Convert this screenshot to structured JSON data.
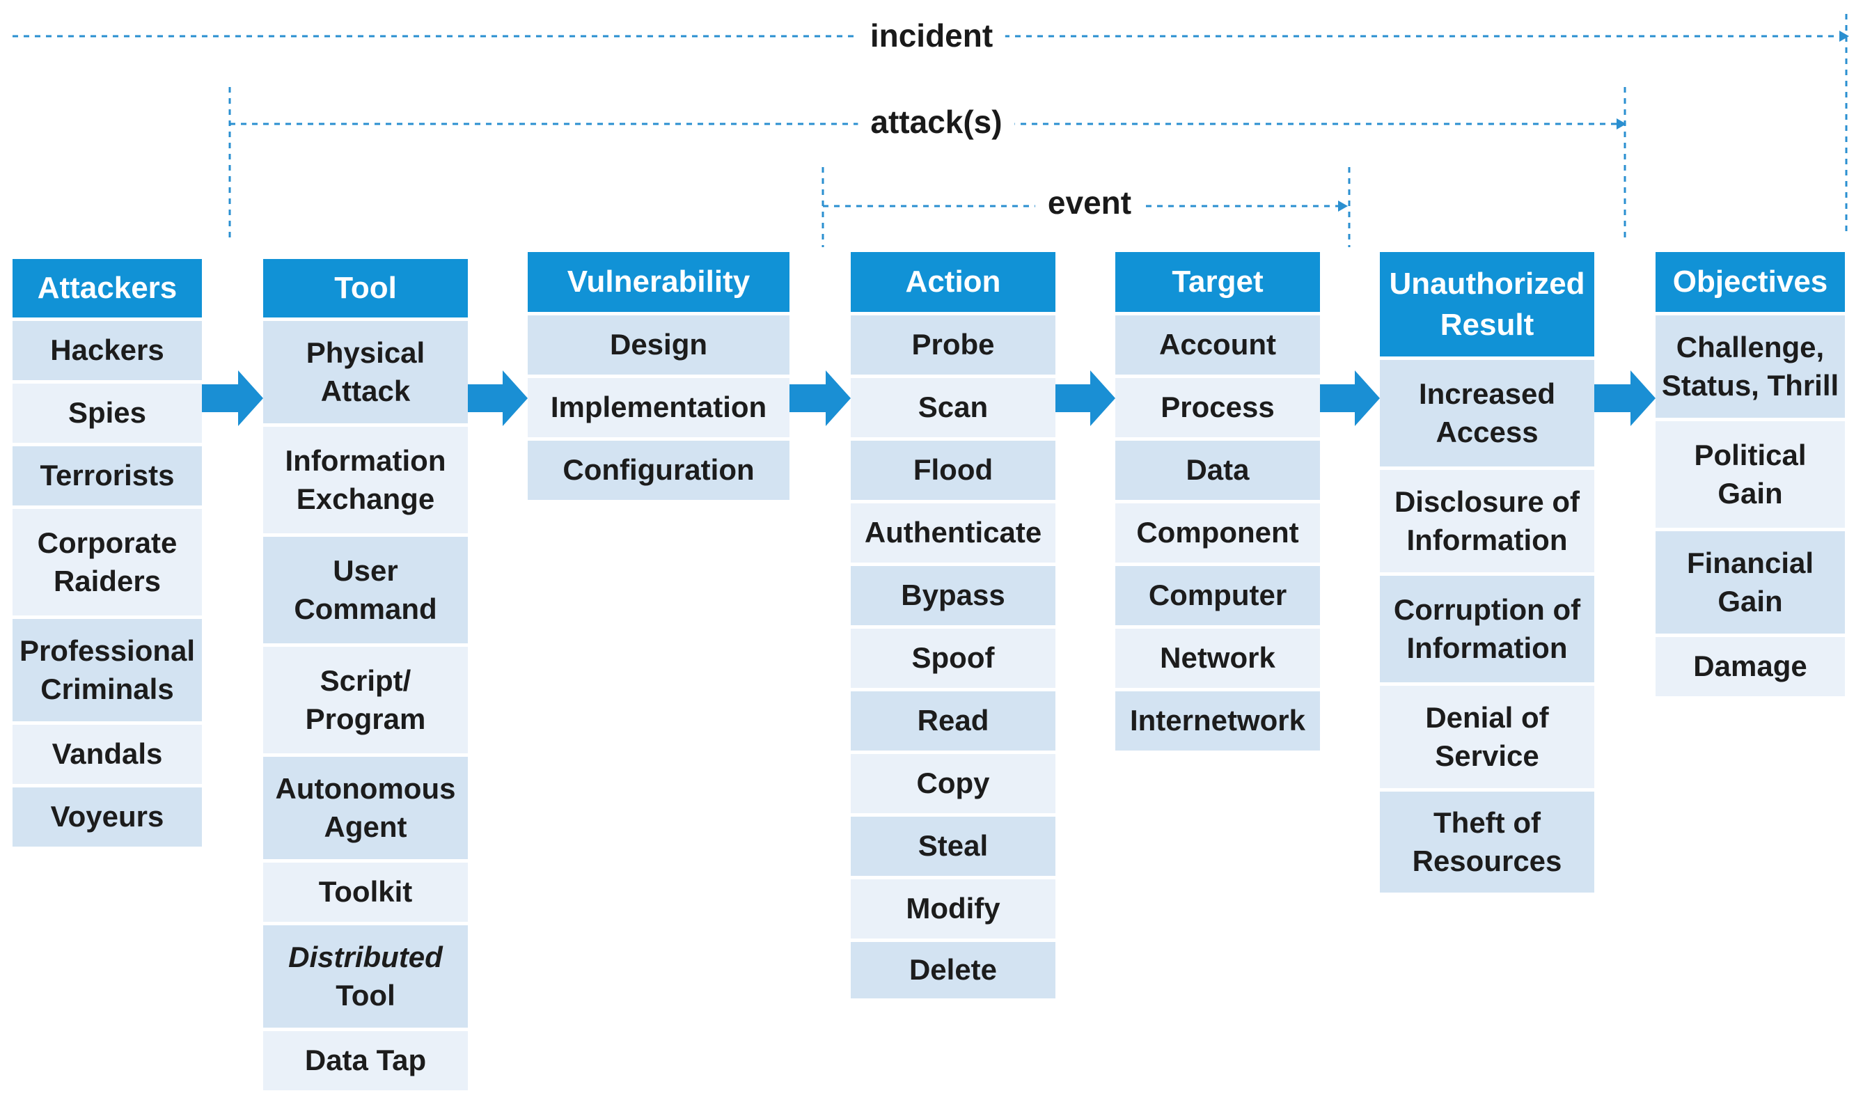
{
  "spans": {
    "incident": "incident",
    "attacks": "attack(s)",
    "event": "event"
  },
  "columns": [
    {
      "title": "Attackers",
      "items": [
        {
          "label": "Hackers"
        },
        {
          "label": "Spies"
        },
        {
          "label": "Terrorists"
        },
        {
          "label": "Corporate\nRaiders"
        },
        {
          "label": "Professional\nCriminals"
        },
        {
          "label": "Vandals"
        },
        {
          "label": "Voyeurs"
        }
      ]
    },
    {
      "title": "Tool",
      "items": [
        {
          "label": "Physical\nAttack"
        },
        {
          "label": "Information\nExchange"
        },
        {
          "label": "User\nCommand"
        },
        {
          "label": "Script/\nProgram"
        },
        {
          "label": "Autonomous\nAgent"
        },
        {
          "label": "Toolkit"
        },
        {
          "label": "Distributed\nTool",
          "italic_first_line": true
        },
        {
          "label": "Data Tap"
        }
      ]
    },
    {
      "title": "Vulnerability",
      "items": [
        {
          "label": "Design"
        },
        {
          "label": "Implementation"
        },
        {
          "label": "Configuration"
        }
      ]
    },
    {
      "title": "Action",
      "items": [
        {
          "label": "Probe"
        },
        {
          "label": "Scan"
        },
        {
          "label": "Flood"
        },
        {
          "label": "Authenticate"
        },
        {
          "label": "Bypass"
        },
        {
          "label": "Spoof"
        },
        {
          "label": "Read"
        },
        {
          "label": "Copy"
        },
        {
          "label": "Steal"
        },
        {
          "label": "Modify"
        },
        {
          "label": "Delete"
        }
      ]
    },
    {
      "title": "Target",
      "items": [
        {
          "label": "Account"
        },
        {
          "label": "Process"
        },
        {
          "label": "Data"
        },
        {
          "label": "Component"
        },
        {
          "label": "Computer"
        },
        {
          "label": "Network"
        },
        {
          "label": "Internetwork"
        }
      ]
    },
    {
      "title": "Unauthorized\nResult",
      "items": [
        {
          "label": "Increased\nAccess"
        },
        {
          "label": "Disclosure of\nInformation"
        },
        {
          "label": "Corruption of\nInformation"
        },
        {
          "label": "Denial of\nService"
        },
        {
          "label": "Theft of\nResources"
        }
      ]
    },
    {
      "title": "Objectives",
      "items": [
        {
          "label": "Challenge,\nStatus, Thrill"
        },
        {
          "label": "Political\nGain"
        },
        {
          "label": "Financial\nGain"
        },
        {
          "label": "Damage"
        }
      ]
    }
  ],
  "colors": {
    "header": "#1192d6",
    "row_dark": "#d3e3f2",
    "row_light": "#eaf1f9",
    "arrow": "#1a8fd4",
    "dashed_line": "#2a8fd0"
  }
}
